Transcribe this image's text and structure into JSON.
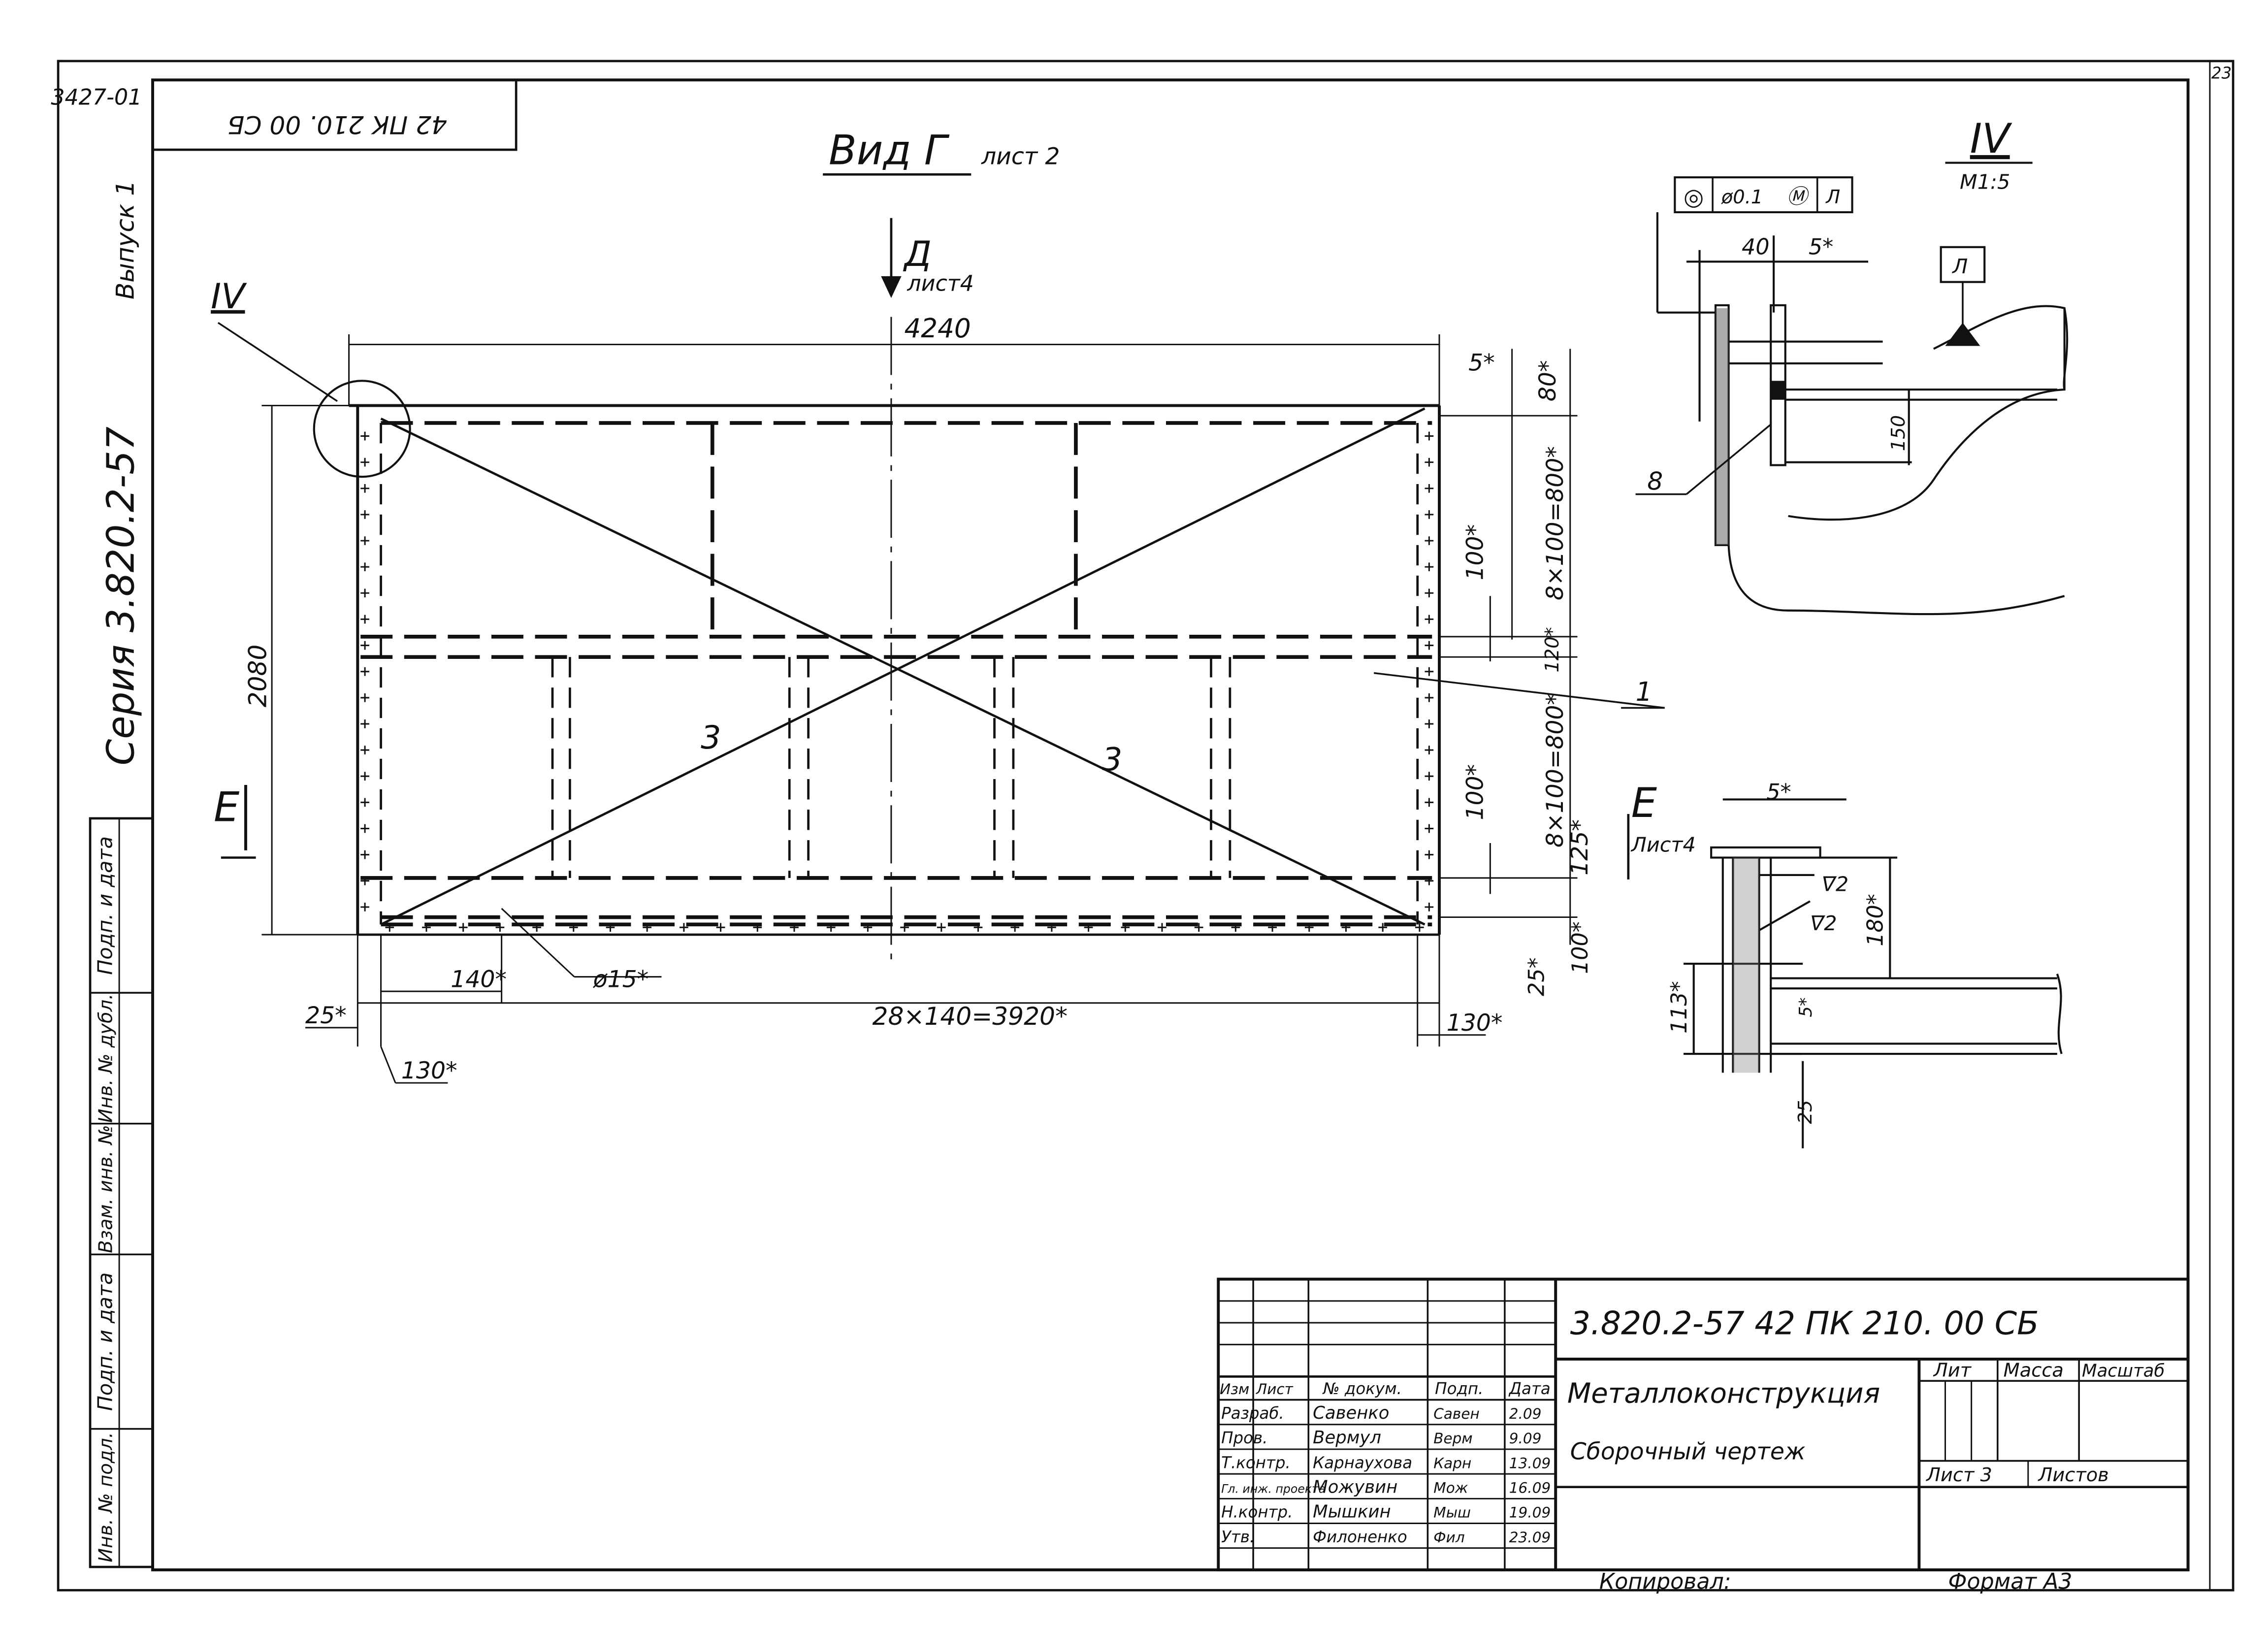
{
  "sheet": {
    "corner_code": "3427-01",
    "sheet_index": "23",
    "top_stamp": "42 ПК 210. 00 СБ",
    "series": "Серия 3.820.2-57",
    "issue": "Выпуск 1"
  },
  "side_stamp": [
    "Подп. и дата",
    "Инв. № дубл.",
    "Взам. инв. №",
    "Подп. и дата",
    "Инв. № подл."
  ],
  "view": {
    "title": "Вид Г",
    "title_ref": "лист 2",
    "arrow_d_label": "Д",
    "arrow_d_ref": "лист4",
    "section_e_label": "Е",
    "node_label": "IV"
  },
  "dims": {
    "overall_width": "4240",
    "overall_height": "2080",
    "top_offset": "5*",
    "right_top": "80*",
    "upper_pitch": "8×100=800*",
    "upper_step": "100*",
    "mid_gap": "120*",
    "lower_pitch": "8×100=800*",
    "lower_step": "100*",
    "lower_offset": "125*",
    "bottom_right": "100*",
    "bottom_left_25": "25*",
    "bottom_right_25": "25*",
    "hole_pitch": "28×140=3920*",
    "first_hole": "140*",
    "hole_dia": "ø15*",
    "left_130": "130*",
    "right_130": "130*"
  },
  "callouts": {
    "pos1": "1",
    "pos3a": "3",
    "pos3b": "3",
    "pos8": "8"
  },
  "detail_iv": {
    "title": "IV",
    "scale": "М1:5",
    "tolerance": [
      "◎",
      "ø0.1",
      "Ⓜ",
      "Л"
    ],
    "datum": "Л",
    "dim_40": "40",
    "dim_5": "5*",
    "dim_150": "150"
  },
  "section_e": {
    "title": "Е",
    "ref": "Лист4",
    "dim_5": "5*",
    "weld_a": "ᐁ2",
    "weld_b": "ᐁ2",
    "dim_180": "180*",
    "dim_113": "113*",
    "dim_5b": "5*",
    "dim_25": "25"
  },
  "title_block": {
    "code": "3.820.2-57 42 ПК 210. 00 СБ",
    "name": "Металлоконструкция",
    "doc_type": "Сборочный чертеж",
    "col_headers": [
      "Изм",
      "Лист",
      "№ докум.",
      "Подп.",
      "Дата"
    ],
    "roles": [
      {
        "role": "Разраб.",
        "name": "Савенко",
        "sign": "Савен",
        "date": "2.09"
      },
      {
        "role": "Пров.",
        "name": "Вермул",
        "sign": "Верм",
        "date": "9.09"
      },
      {
        "role": "Т.контр.",
        "name": "Карнаухова",
        "sign": "Карн",
        "date": "13.09"
      },
      {
        "role": "Гл. инж. проекта",
        "name": "Можувин",
        "sign": "Мож",
        "date": "16.09"
      },
      {
        "role": "Н.контр.",
        "name": "Мышкин",
        "sign": "Мыш",
        "date": "19.09"
      },
      {
        "role": "Утв.",
        "name": "Филоненко",
        "sign": "Фил",
        "date": "23.09"
      }
    ],
    "lit": "Лит",
    "mass": "Масса",
    "scale": "Масштаб",
    "sheet_label": "Лист 3",
    "sheets_label": "Листов",
    "copied": "Копировал:",
    "format": "Формат А3"
  }
}
